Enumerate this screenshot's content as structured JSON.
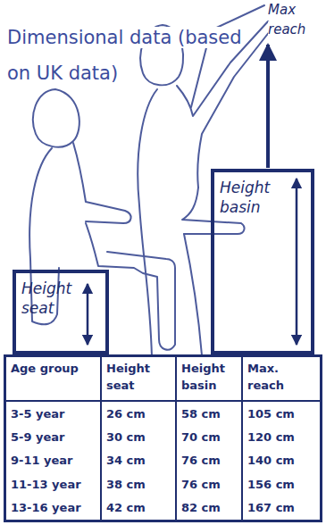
{
  "diagram": {
    "title": "Dimensional data (based on UK data)",
    "nodes": [
      {
        "text": [
          "Height seat"
        ]
      },
      {
        "text": [
          "Height basin"
        ]
      }
    ],
    "labels": [
      "Max reach",
      "Age group",
      "Height seat",
      "Height basin",
      "Max. reach",
      "3-5 year",
      "26 cm",
      "58 cm",
      "105 cm",
      "5-9 year",
      "30 cm",
      "70 cm",
      "120 cm",
      "9-11 year",
      "34 cm",
      "76 cm",
      "140 cm",
      "11-13 year",
      "38 cm",
      "76 cm",
      "156 cm",
      "13-16 year",
      "42 cm",
      "82 cm",
      "167 cm"
    ]
  }
}
